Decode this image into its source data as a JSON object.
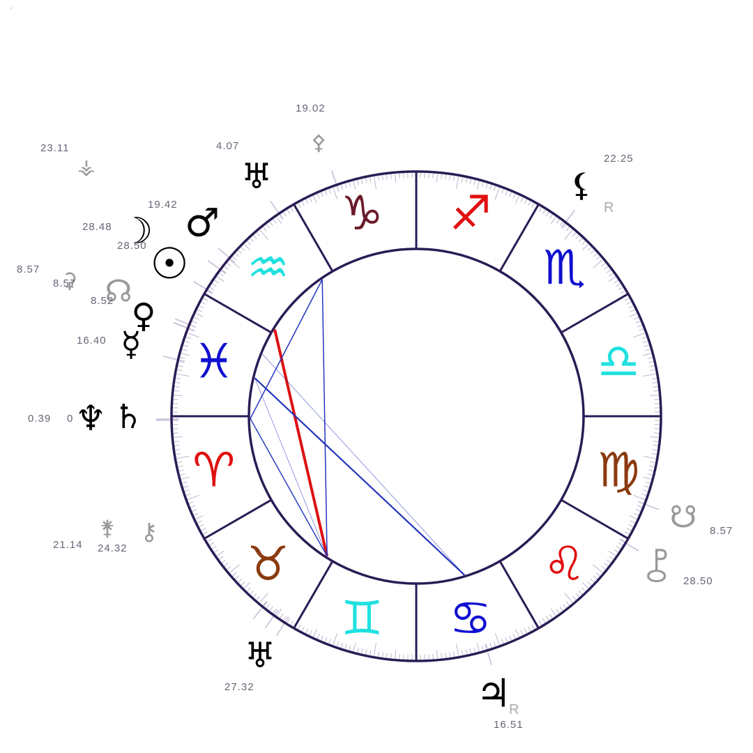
{
  "chart_info": {
    "type": "natal-wheel",
    "zodiac_start": "Aries at left horizon, counterclockwise"
  },
  "colors": {
    "ring": "#2a1c55",
    "tick": "#b9b3d0",
    "pointer": "#c8c0d8",
    "fire": "#e01010",
    "earth": "#8b3a10",
    "air": "#20e0e0",
    "water": "#1010d0",
    "capricorn": "#6a1a2a",
    "aspect_blue": "#2233bb",
    "aspect_red": "#dd1111",
    "planet_main": "#000000",
    "planet_minor": "#999999"
  },
  "signs": [
    {
      "name": "Aries",
      "glyph": "♈",
      "color": "#e01010"
    },
    {
      "name": "Taurus",
      "glyph": "♉",
      "color": "#8b3a10"
    },
    {
      "name": "Gemini",
      "glyph": "♊",
      "color": "#20e0e0"
    },
    {
      "name": "Cancer",
      "glyph": "♋",
      "color": "#1010d0"
    },
    {
      "name": "Leo",
      "glyph": "♌",
      "color": "#e01010"
    },
    {
      "name": "Virgo",
      "glyph": "♍",
      "color": "#8b3a10"
    },
    {
      "name": "Libra",
      "glyph": "♎",
      "color": "#20e0e0"
    },
    {
      "name": "Scorpio",
      "glyph": "♏",
      "color": "#1010d0"
    },
    {
      "name": "Sagittarius",
      "glyph": "♐",
      "color": "#e01010"
    },
    {
      "name": "Capricorn",
      "glyph": "♑",
      "color": "#6a1a2a"
    },
    {
      "name": "Aquarius",
      "glyph": "♒",
      "color": "#20e0e0"
    },
    {
      "name": "Pisces",
      "glyph": "♓",
      "color": "#1010d0"
    }
  ],
  "planets": [
    {
      "name": "Sun",
      "glyph": "☉",
      "label": "28.50",
      "longitude": 328.83,
      "minor": false,
      "retro": false
    },
    {
      "name": "Moon",
      "glyph": "☽",
      "label": "28.48",
      "longitude": 328.8,
      "minor": false,
      "retro": false
    },
    {
      "name": "Mars",
      "glyph": "♂",
      "label": "19.42",
      "longitude": 319.7,
      "minor": false,
      "retro": false
    },
    {
      "name": "Uranus-top",
      "glyph": "♅",
      "label": "4.07",
      "longitude": 304.12,
      "minor": false,
      "retro": false
    },
    {
      "name": "Venus",
      "glyph": "♀",
      "label": "",
      "longitude": 338.0,
      "minor": false,
      "retro": false
    },
    {
      "name": "Mercury",
      "glyph": "☿",
      "label": "16.40",
      "longitude": 346.67,
      "minor": false,
      "retro": false
    },
    {
      "name": "Neptune",
      "glyph": "♆",
      "label": "0.39",
      "longitude": 0.65,
      "minor": false,
      "retro": false
    },
    {
      "name": "Saturn",
      "glyph": "♄",
      "label": "0",
      "longitude": 0.9,
      "minor": false,
      "retro": false
    },
    {
      "name": "Uranus",
      "glyph": "♅",
      "label": "27.32",
      "longitude": 57.53,
      "minor": false,
      "retro": false
    },
    {
      "name": "Jupiter",
      "glyph": "♃",
      "label": "16.51",
      "longitude": 106.85,
      "minor": false,
      "retro": true
    },
    {
      "name": "Lilith",
      "glyph": "⚸",
      "label": "22.25",
      "longitude": 232.42,
      "minor": false,
      "retro": true
    },
    {
      "name": "South Node",
      "glyph": "☋",
      "label": "8.57",
      "longitude": 158.95,
      "minor": true,
      "retro": false
    },
    {
      "name": "Pholus",
      "glyph": "⯛",
      "label": "28.50",
      "longitude": 148.8,
      "minor": true,
      "retro": false
    },
    {
      "name": "North Node",
      "glyph": "☊",
      "label": "8.52",
      "longitude": 338.9,
      "minor": true,
      "retro": false
    },
    {
      "name": "Ceres",
      "glyph": "⚳",
      "label": "8.57",
      "longitude": 338.95,
      "minor": true,
      "retro": false
    },
    {
      "name": "Pallas",
      "glyph": "⚴",
      "label": "19.02",
      "longitude": 289.0,
      "minor": true,
      "retro": false
    },
    {
      "name": "Vesta",
      "glyph": "⚶",
      "label": "23.11",
      "longitude": 323.2,
      "minor": true,
      "retro": false
    },
    {
      "name": "Juno",
      "glyph": "⚵",
      "label": "21.14",
      "longitude": 51.2,
      "minor": true,
      "retro": false
    },
    {
      "name": "Chiron",
      "glyph": "⚷",
      "label": "24.32",
      "longitude": 54.5,
      "minor": true,
      "retro": false
    }
  ],
  "aspects": [
    {
      "from": 328.5,
      "to": 57.5,
      "color": "#dd1111",
      "strength": "strong"
    },
    {
      "from": 304.5,
      "to": 57.5,
      "color": "#2233bb",
      "strength": "medium"
    },
    {
      "from": 304.5,
      "to": 0.8,
      "color": "#2233bb",
      "strength": "medium"
    },
    {
      "from": 0.8,
      "to": 57.5,
      "color": "#2233bb",
      "strength": "medium"
    },
    {
      "from": 346.7,
      "to": 106.9,
      "color": "#2233bb",
      "strength": "strong"
    },
    {
      "from": 338.0,
      "to": 106.9,
      "color": "#2233bb",
      "strength": "weak"
    },
    {
      "from": 346.7,
      "to": 57.5,
      "color": "#2233bb",
      "strength": "weak"
    },
    {
      "from": 0.8,
      "to": 57.5,
      "color": "#4455cc",
      "strength": "weak"
    }
  ],
  "retro_label": "R"
}
